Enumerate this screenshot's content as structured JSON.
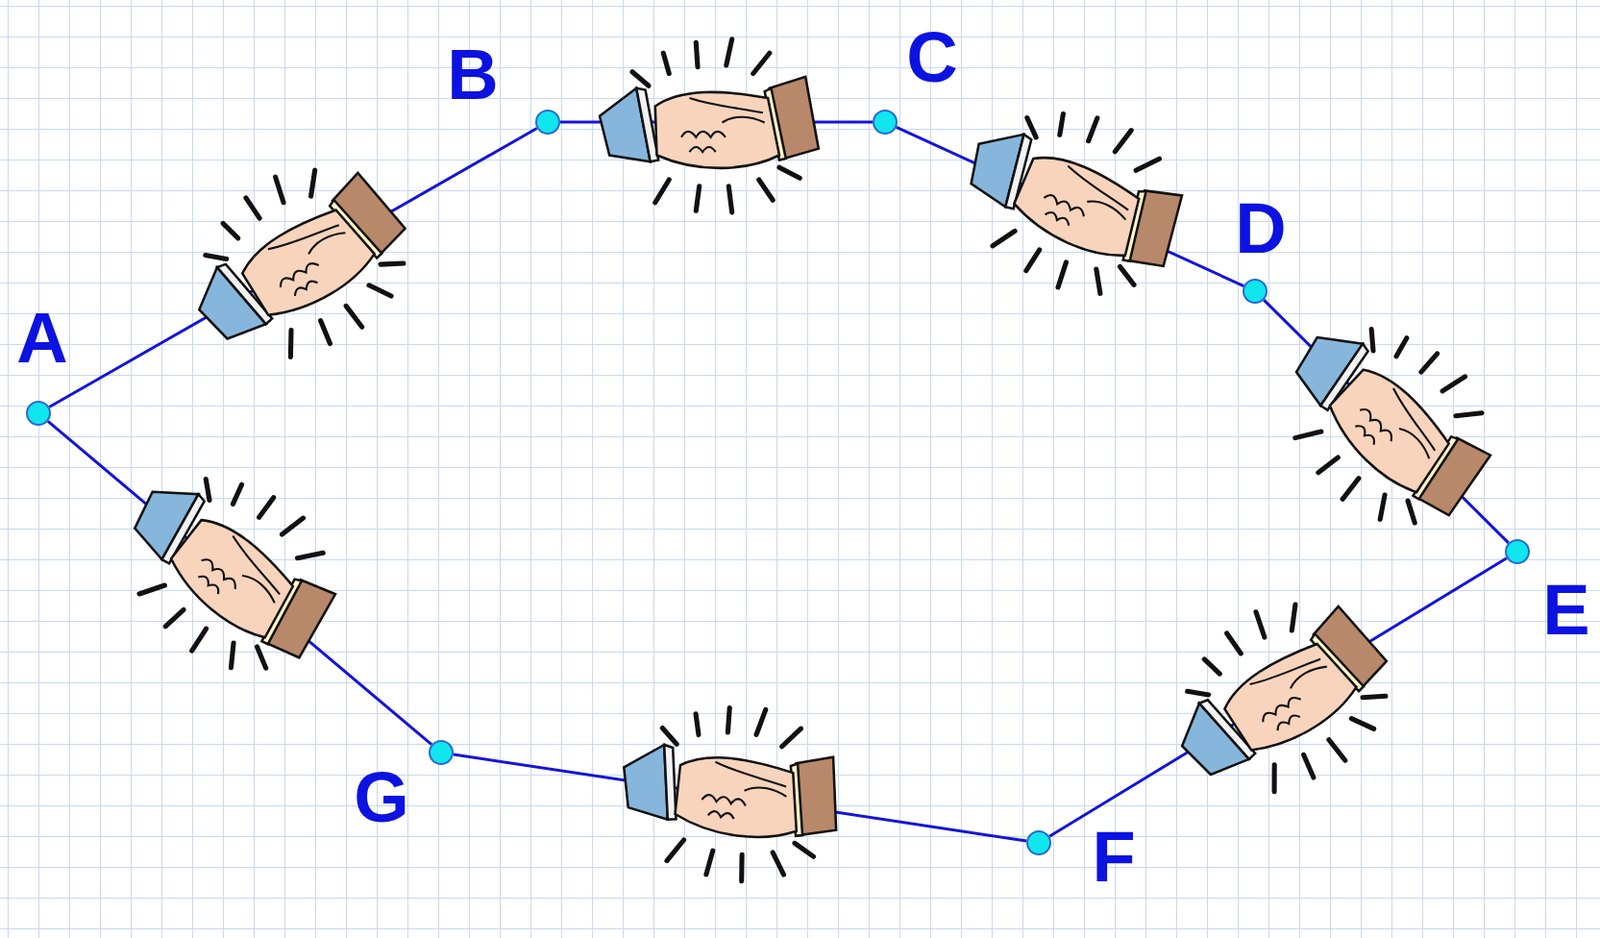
{
  "diagram": {
    "nodes": [
      {
        "text": [
          "A"
        ]
      },
      {
        "text": [
          "B"
        ]
      },
      {
        "text": [
          "C"
        ]
      },
      {
        "text": [
          "D"
        ]
      },
      {
        "text": [
          "E"
        ]
      },
      {
        "text": [
          "F"
        ]
      },
      {
        "text": [
          "G"
        ]
      }
    ],
    "edges": [
      {
        "from": 0,
        "to": 1,
        "arrow": "none"
      },
      {
        "from": 1,
        "to": 2,
        "arrow": "none"
      },
      {
        "from": 2,
        "to": 3,
        "arrow": "none"
      },
      {
        "from": 3,
        "to": 4,
        "arrow": "none"
      },
      {
        "from": 4,
        "to": 5,
        "arrow": "none"
      },
      {
        "from": 5,
        "to": 6,
        "arrow": "none"
      },
      {
        "from": 6,
        "to": 0,
        "arrow": "none"
      }
    ]
  }
}
